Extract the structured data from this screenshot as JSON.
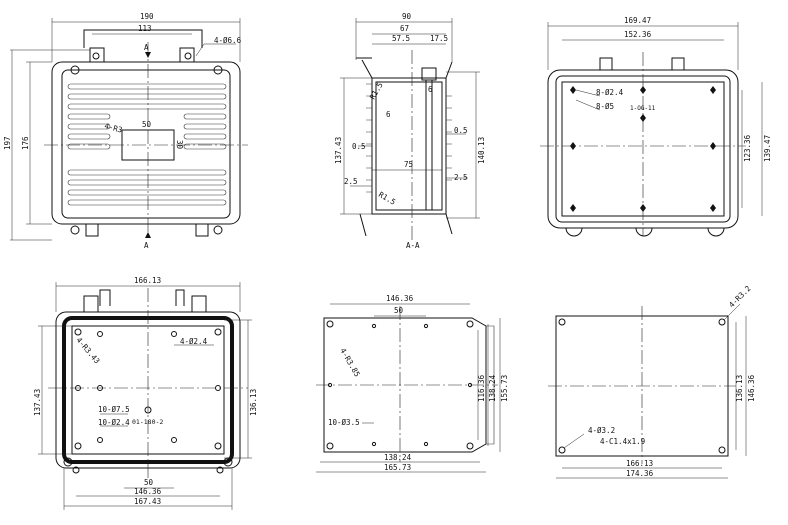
{
  "views": {
    "front": {
      "w190": "190",
      "w113": "113",
      "holes": "4-Ø6.6",
      "sect": "A",
      "sect2": "A",
      "h197": "197",
      "h176": "176",
      "r3": "4-R3",
      "w50": "50",
      "h30": "30"
    },
    "section": {
      "w90": "90",
      "w67": "67",
      "w57": "57.5",
      "w17": "17.5",
      "r": "R1.5",
      "n6a": "6",
      "n6b": "6",
      "n05a": "0.5",
      "n05b": "0.5",
      "h137": "137.43",
      "h140": "140.13",
      "n75": "75",
      "n25a": "2.5",
      "n25b": "2.5",
      "r2": "R1.5",
      "label": "A-A"
    },
    "back": {
      "w169": "169.47",
      "w152": "152.36",
      "h8a": "8-Ø2.4",
      "h8b": "8-Ø5",
      "part": "1-OG-11",
      "h123": "123.36",
      "h139": "139.47"
    },
    "inner": {
      "w166": "166.13",
      "r43": "4-R3.43",
      "h24": "4-Ø2.4",
      "h137": "137.43",
      "h136": "136.13",
      "h75": "10-Ø7.5",
      "h24b": "10-Ø2.4",
      "part": "01-180-2",
      "w50": "50",
      "w146": "146.36",
      "w167": "167.43"
    },
    "plate1": {
      "w146": "146.36",
      "w50": "50",
      "r": "4-R3.85",
      "h116": "116.36",
      "h138": "138.24",
      "h155": "155.73",
      "holes": "10-Ø3.5",
      "w138": "138.24",
      "w165": "165.73"
    },
    "plate2": {
      "r": "4-R3.2",
      "holes": "4-Ø3.2",
      "chamfer": "4-C1.4x1.9",
      "h136": "136.13",
      "h146": "146.36",
      "w166": "166.13",
      "w174": "174.36"
    }
  }
}
